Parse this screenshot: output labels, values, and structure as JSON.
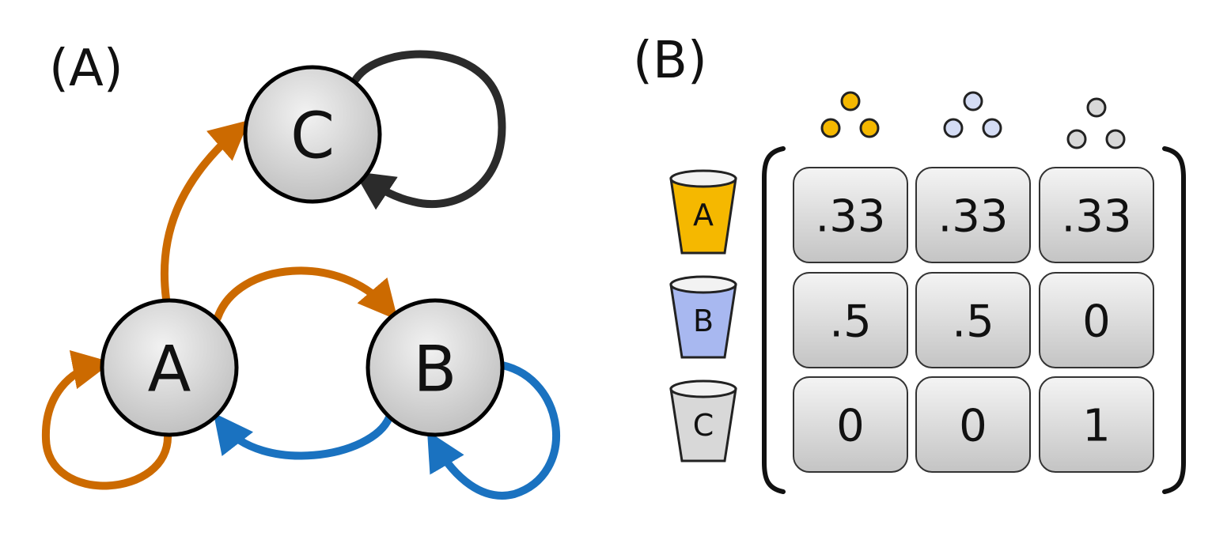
{
  "panels": {
    "left": "(A)",
    "right": "(B)"
  },
  "nodes": {
    "a": "A",
    "b": "B",
    "c": "C"
  },
  "colors": {
    "state_a": "#f5b800",
    "state_b": "#a8b8f0",
    "state_c": "#cccccc",
    "edge_from_a": "#cc6a00",
    "edge_from_b": "#1a72c0",
    "edge_from_c": "#2b2b2b",
    "node_fill": "#d6d6d6"
  },
  "matrix": {
    "row_labels": [
      "A",
      "B",
      "C"
    ],
    "rows": [
      [
        ".33",
        ".33",
        ".33"
      ],
      [
        ".5",
        ".5",
        "0"
      ],
      [
        "0",
        "0",
        "1"
      ]
    ]
  }
}
